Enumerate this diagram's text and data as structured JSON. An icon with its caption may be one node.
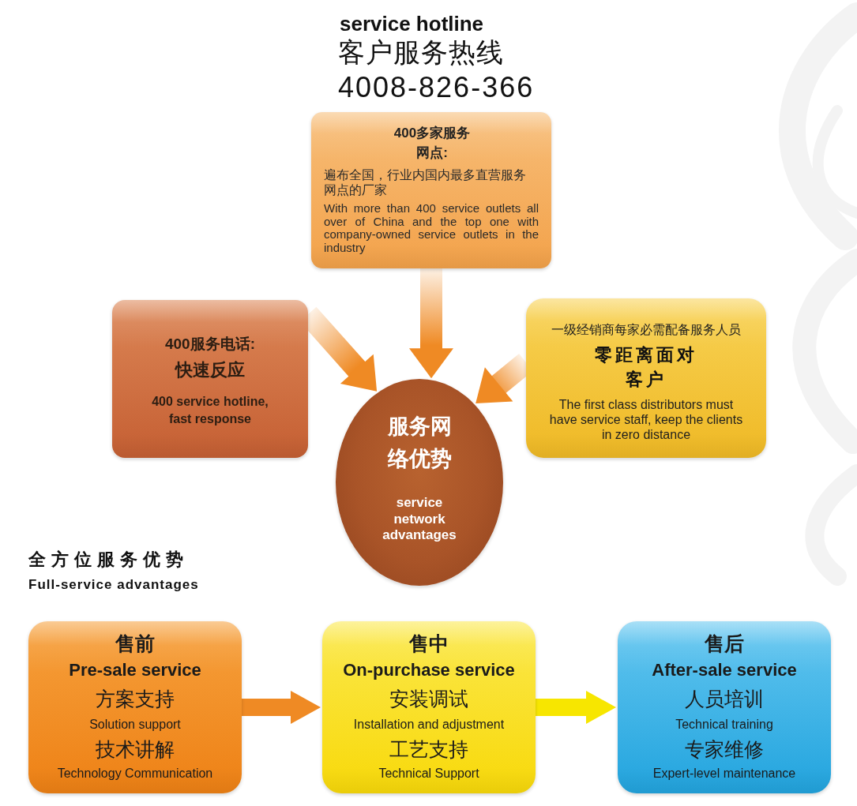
{
  "diagram": {
    "nodes": [
      {
        "text": [
          "400多家服务网点:",
          "遍布全国，行业内国内最多直营服务网点的厂家",
          "With more than 400 service outlets all over of China and the top one with company-owned service outlets in the industry"
        ]
      },
      {
        "text": [
          "400服务电话:",
          "快速反应",
          "400 service hotline, fast response"
        ]
      },
      {
        "text": [
          "一级经销商每家必需配备服务人员",
          "零距离面对客户",
          "The first class distributors must have service staff, keep the clients in zero distance"
        ]
      },
      {
        "text": [
          "服务网络优势",
          "service network advantages"
        ]
      },
      {
        "text": [
          "售前",
          "Pre-sale service",
          "方案支持",
          "Solution support",
          "技术讲解",
          "Technology Communication"
        ]
      },
      {
        "text": [
          "售中",
          "On-purchase service",
          "安装调试",
          "Installation and adjustment",
          "工艺支持",
          "Technical Support"
        ]
      },
      {
        "text": [
          "售后",
          "After-sale service",
          "人员培训",
          "Technical training",
          "专家维修",
          "Expert-level maintenance"
        ]
      }
    ],
    "edges": [
      {
        "from": 0,
        "to": 3,
        "arrow": "to"
      },
      {
        "from": 1,
        "to": 3,
        "arrow": "to"
      },
      {
        "from": 2,
        "to": 3,
        "arrow": "to"
      },
      {
        "from": 4,
        "to": 5,
        "arrow": "to"
      },
      {
        "from": 5,
        "to": 6,
        "arrow": "to",
        "color": "#f7e600"
      }
    ],
    "labels": [
      "service hotline",
      "客户服务热线",
      "4008-826-366",
      "全方位服务优势",
      "Full-service advantages"
    ]
  }
}
